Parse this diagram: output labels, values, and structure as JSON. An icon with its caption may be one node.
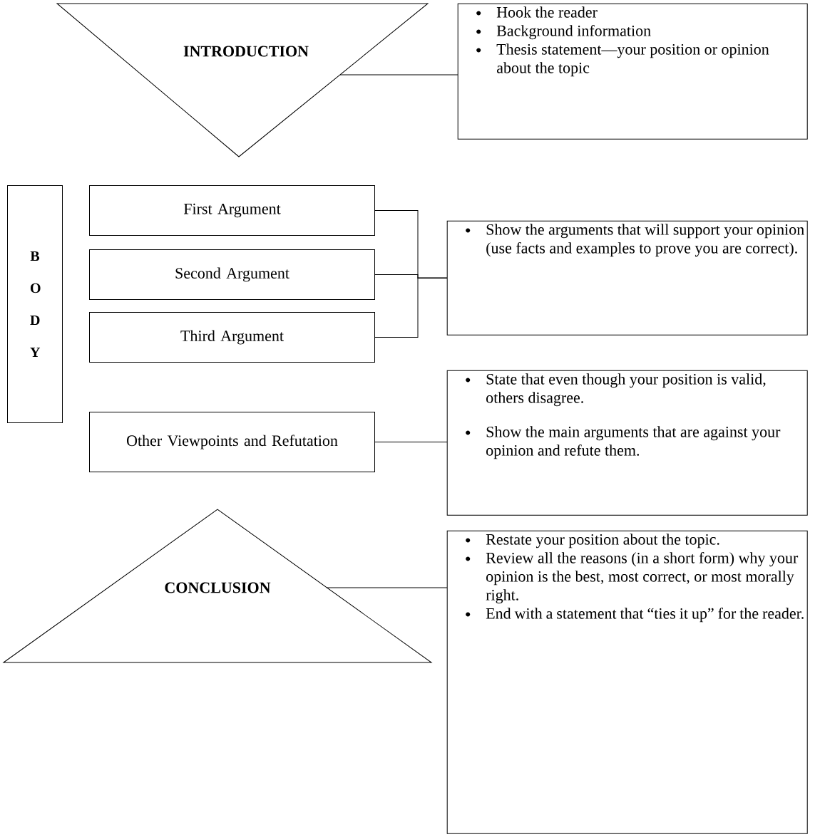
{
  "diagram": {
    "nodes": [
      {
        "text": [
          "INTRODUCTION"
        ]
      },
      {
        "text": [
          "Hook the reader",
          "Background information",
          "Thesis statement—your position or opinion about the topic"
        ]
      },
      {
        "text": [
          "B O D Y"
        ]
      },
      {
        "text": [
          "First Argument"
        ]
      },
      {
        "text": [
          "Second Argument"
        ]
      },
      {
        "text": [
          "Third Argument"
        ]
      },
      {
        "text": [
          "Show the arguments that will support your opinion (use facts and examples to prove you are correct)."
        ]
      },
      {
        "text": [
          "Other Viewpoints and Refutation"
        ]
      },
      {
        "text": [
          "State that even though your position is valid, others disagree.",
          "Show the main arguments that are against your opinion and refute them."
        ]
      },
      {
        "text": [
          "CONCLUSION"
        ]
      },
      {
        "text": [
          "Restate your position about the topic.",
          "Review all the reasons (in a short form) why your opinion is the best, most correct, or most morally right.",
          "End with a statement that “ties it up” for the reader."
        ]
      }
    ],
    "edges": [
      {
        "from": 0,
        "to": 1,
        "arrow": "none"
      },
      {
        "from": 3,
        "to": 6,
        "arrow": "none"
      },
      {
        "from": 4,
        "to": 6,
        "arrow": "none"
      },
      {
        "from": 5,
        "to": 6,
        "arrow": "none"
      },
      {
        "from": 7,
        "to": 8,
        "arrow": "none"
      },
      {
        "from": 9,
        "to": 10,
        "arrow": "none"
      }
    ]
  }
}
